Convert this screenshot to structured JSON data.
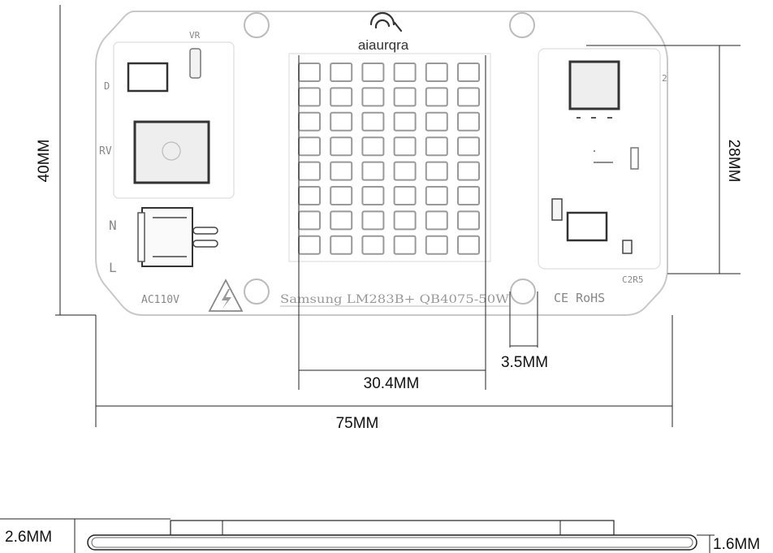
{
  "brand": {
    "name": "aiaurqra"
  },
  "board": {
    "silkscreen": {
      "vr": "VR",
      "d": "D",
      "rv": "RV",
      "n": "N",
      "l": "L",
      "ac": "AC110V",
      "model": "Samsung  LM283B+  QB4075-50W",
      "cert": "CE  RoHS",
      "num2": "2",
      "c2r5": "C2R5"
    },
    "led_grid": {
      "rows": 8,
      "cols": 6
    }
  },
  "dimensions": {
    "height": "40MM",
    "width": "75MM",
    "driver_area": "28MM",
    "led_area": "30.4MM",
    "hole": "3.5MM",
    "total_thickness": "2.6MM",
    "pcb_thickness": "1.6MM"
  },
  "colors": {
    "line": "#222222",
    "outline": "#bbbbbb",
    "led": "#999999",
    "silk": "#888888"
  }
}
